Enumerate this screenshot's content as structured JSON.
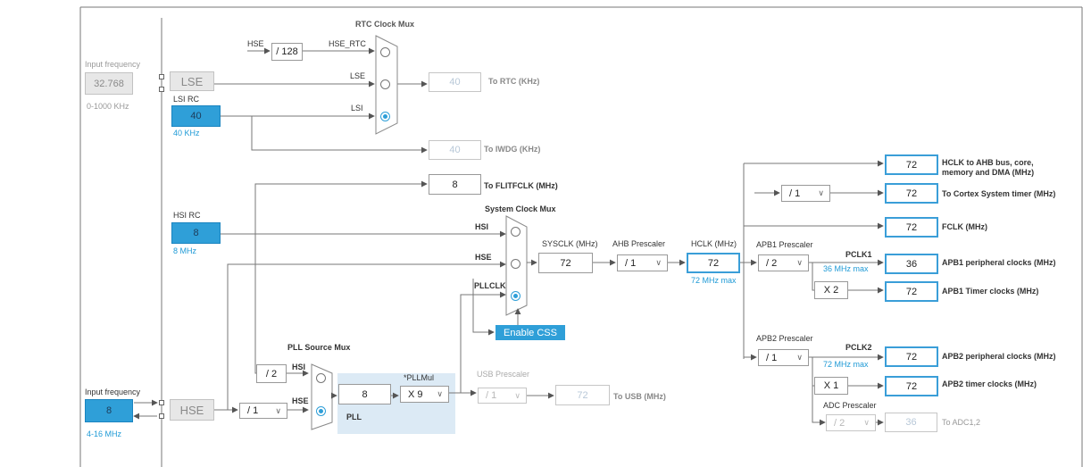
{
  "input_lse": {
    "label": "Input frequency",
    "value": "32.768",
    "range": "0-1000 KHz"
  },
  "input_hse": {
    "label": "Input frequency",
    "value": "8",
    "range": "4-16 MHz"
  },
  "lse": {
    "label": "LSE"
  },
  "lsi": {
    "label": "LSI RC",
    "value": "40",
    "unit": "40 KHz"
  },
  "hsi": {
    "label": "HSI RC",
    "value": "8",
    "unit": "8 MHz"
  },
  "hse": {
    "label": "HSE"
  },
  "rtc_mux": {
    "title": "RTC Clock Mux",
    "hse_in": "HSE",
    "div": "/ 128",
    "hse_rtc": "HSE_RTC",
    "lse_in": "LSE",
    "lsi_in": "LSI"
  },
  "rtc_out": {
    "value": "40",
    "label": "To RTC (KHz)"
  },
  "iwdg_out": {
    "value": "40",
    "label": "To IWDG (KHz)"
  },
  "flit_out": {
    "value": "8",
    "label": "To FLITFCLK (MHz)"
  },
  "sys_mux": {
    "title": "System Clock Mux",
    "hsi": "HSI",
    "hse": "HSE",
    "pllclk": "PLLCLK"
  },
  "enable_css": "Enable CSS",
  "sysclk": {
    "label": "SYSCLK (MHz)",
    "value": "72"
  },
  "ahb": {
    "label": "AHB Prescaler",
    "value": "/ 1"
  },
  "hclk": {
    "label": "HCLK (MHz)",
    "value": "72",
    "max": "72 MHz max"
  },
  "apb1": {
    "label": "APB1 Prescaler",
    "value": "/ 2",
    "pclk": "PCLK1",
    "max": "36 MHz max",
    "timer_mult": "X 2"
  },
  "apb2": {
    "label": "APB2 Prescaler",
    "value": "/ 1",
    "pclk": "PCLK2",
    "max": "72 MHz max",
    "timer_mult": "X 1"
  },
  "cortex_div": "/ 1",
  "outputs": {
    "hclk_ahb": {
      "value": "72",
      "label": "HCLK to AHB bus, core,",
      "label2": "memory and DMA (MHz)"
    },
    "cortex": {
      "value": "72",
      "label": "To Cortex System timer (MHz)"
    },
    "fclk": {
      "value": "72",
      "label": "FCLK (MHz)"
    },
    "apb1_periph": {
      "value": "36",
      "label": "APB1 peripheral clocks (MHz)"
    },
    "apb1_timer": {
      "value": "72",
      "label": "APB1 Timer clocks (MHz)"
    },
    "apb2_periph": {
      "value": "72",
      "label": "APB2 peripheral clocks (MHz)"
    },
    "apb2_timer": {
      "value": "72",
      "label": "APB2 timer clocks (MHz)"
    }
  },
  "adc": {
    "label": "ADC Prescaler",
    "value": "/ 2",
    "out": "36",
    "out_label": "To ADC1,2"
  },
  "pll_src": {
    "title": "PLL Source Mux",
    "div2": "/ 2",
    "hsi": "HSI",
    "hse": "HSE",
    "hse_div": "/ 1"
  },
  "pll": {
    "value": "8",
    "mul_label": "*PLLMul",
    "mul": "X 9",
    "label": "PLL"
  },
  "usb": {
    "label": "USB Prescaler",
    "value": "/ 1",
    "out": "72",
    "out_label": "To USB (MHz)"
  },
  "colors": {
    "accent": "#2f9fd8",
    "output_border": "#3a9ed8",
    "pll_bg": "#dceaf5"
  }
}
